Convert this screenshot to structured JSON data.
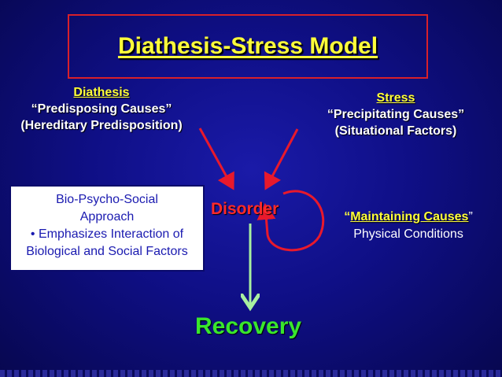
{
  "title": "Diathesis-Stress Model",
  "diathesis": {
    "heading": "Diathesis",
    "line1": "“Predisposing Causes”",
    "line2": "(Hereditary Predisposition)"
  },
  "stress": {
    "heading": "Stress",
    "line1": "“Precipitating Causes”",
    "line2": "(Situational Factors)"
  },
  "approach": {
    "line1": "Bio-Psycho-Social",
    "line2": "Approach",
    "bullet": "•",
    "line3": "Emphasizes Interaction of",
    "line4": "Biological and Social Factors"
  },
  "disorder": "Disorder",
  "recovery": "Recovery",
  "maintaining": {
    "open_quote": "“",
    "heading": "Maintaining Causes",
    "close_quote": "”",
    "line1": "Physical Conditions"
  },
  "colors": {
    "background": "#0f0f86",
    "title": "#ffff3a",
    "red_arrow": "#e8192c",
    "green_arrow": "#a8f0a0",
    "disorder": "#ff2a2a",
    "recovery": "#39e62c"
  }
}
